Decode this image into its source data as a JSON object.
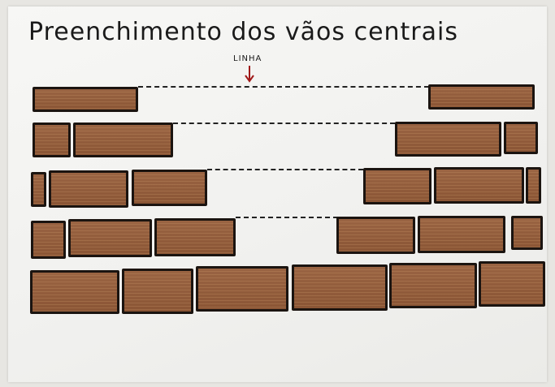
{
  "title": "Preenchimento dos vãos centrais",
  "marker": {
    "label": "LINHA",
    "color": "#a01818"
  },
  "colors": {
    "brick": "#8f5a3a",
    "outline": "#1b1410",
    "paper": "#f4f4f2"
  },
  "rows": [
    {
      "row": 1,
      "bricks": 2
    },
    {
      "row": 2,
      "bricks": 4
    },
    {
      "row": 3,
      "bricks": 6
    },
    {
      "row": 4,
      "bricks": 6
    },
    {
      "row": 5,
      "bricks": 6
    }
  ]
}
